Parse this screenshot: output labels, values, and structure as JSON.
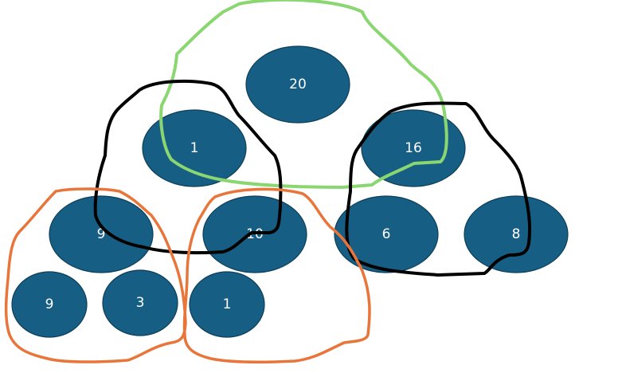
{
  "colors": {
    "node_fill": "#175e84",
    "node_stroke": "#0d3f5a",
    "label": "#ffffff",
    "black_outline": "#000000",
    "green_outline": "#8ad670",
    "orange_outline": "#e8753a"
  },
  "nodes": [
    {
      "id": "node-20",
      "label": "20"
    },
    {
      "id": "node-1-top",
      "label": "1"
    },
    {
      "id": "node-16",
      "label": "16"
    },
    {
      "id": "node-9-mid",
      "label": "9"
    },
    {
      "id": "node-10",
      "label": "10"
    },
    {
      "id": "node-6",
      "label": "6"
    },
    {
      "id": "node-8",
      "label": "8"
    },
    {
      "id": "node-9-bottom",
      "label": "9"
    },
    {
      "id": "node-3",
      "label": "3"
    },
    {
      "id": "node-1-bottom",
      "label": "1"
    }
  ],
  "groups": [
    {
      "id": "green-group",
      "color": "green"
    },
    {
      "id": "black-left-group",
      "color": "black"
    },
    {
      "id": "black-right-group",
      "color": "black"
    },
    {
      "id": "orange-left-group",
      "color": "orange"
    },
    {
      "id": "orange-right-group",
      "color": "orange"
    }
  ]
}
